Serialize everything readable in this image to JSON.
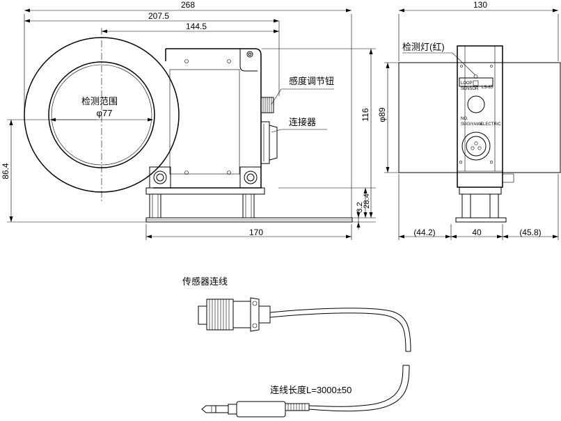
{
  "dimensions": {
    "overall_width": "268",
    "ring_to_connector": "207.5",
    "center_to_connector": "144.5",
    "base_width": "170",
    "height_total": "116",
    "center_height": "86.4",
    "base_height": "28.4",
    "plate_thickness": "3.2",
    "side_width": "130",
    "ring_diameter": "φ89",
    "side_left": "(44.2)",
    "side_mid": "40",
    "side_right": "(45.8)"
  },
  "labels": {
    "detection_range": "检测范围",
    "detection_diameter": "φ77",
    "sensitivity_knob": "感度调节钮",
    "connector": "连接器",
    "indicator_lamp": "检测灯(红)",
    "cable_title": "传感器连线",
    "cable_length": "连线长度L=3000±50"
  },
  "panel": {
    "loop": "LOOP",
    "sensor": "SENSOR",
    "model": "LS-85",
    "no": "NO.",
    "maker_left": "SUGIYAMA",
    "maker_right": "ELECTRIC"
  }
}
